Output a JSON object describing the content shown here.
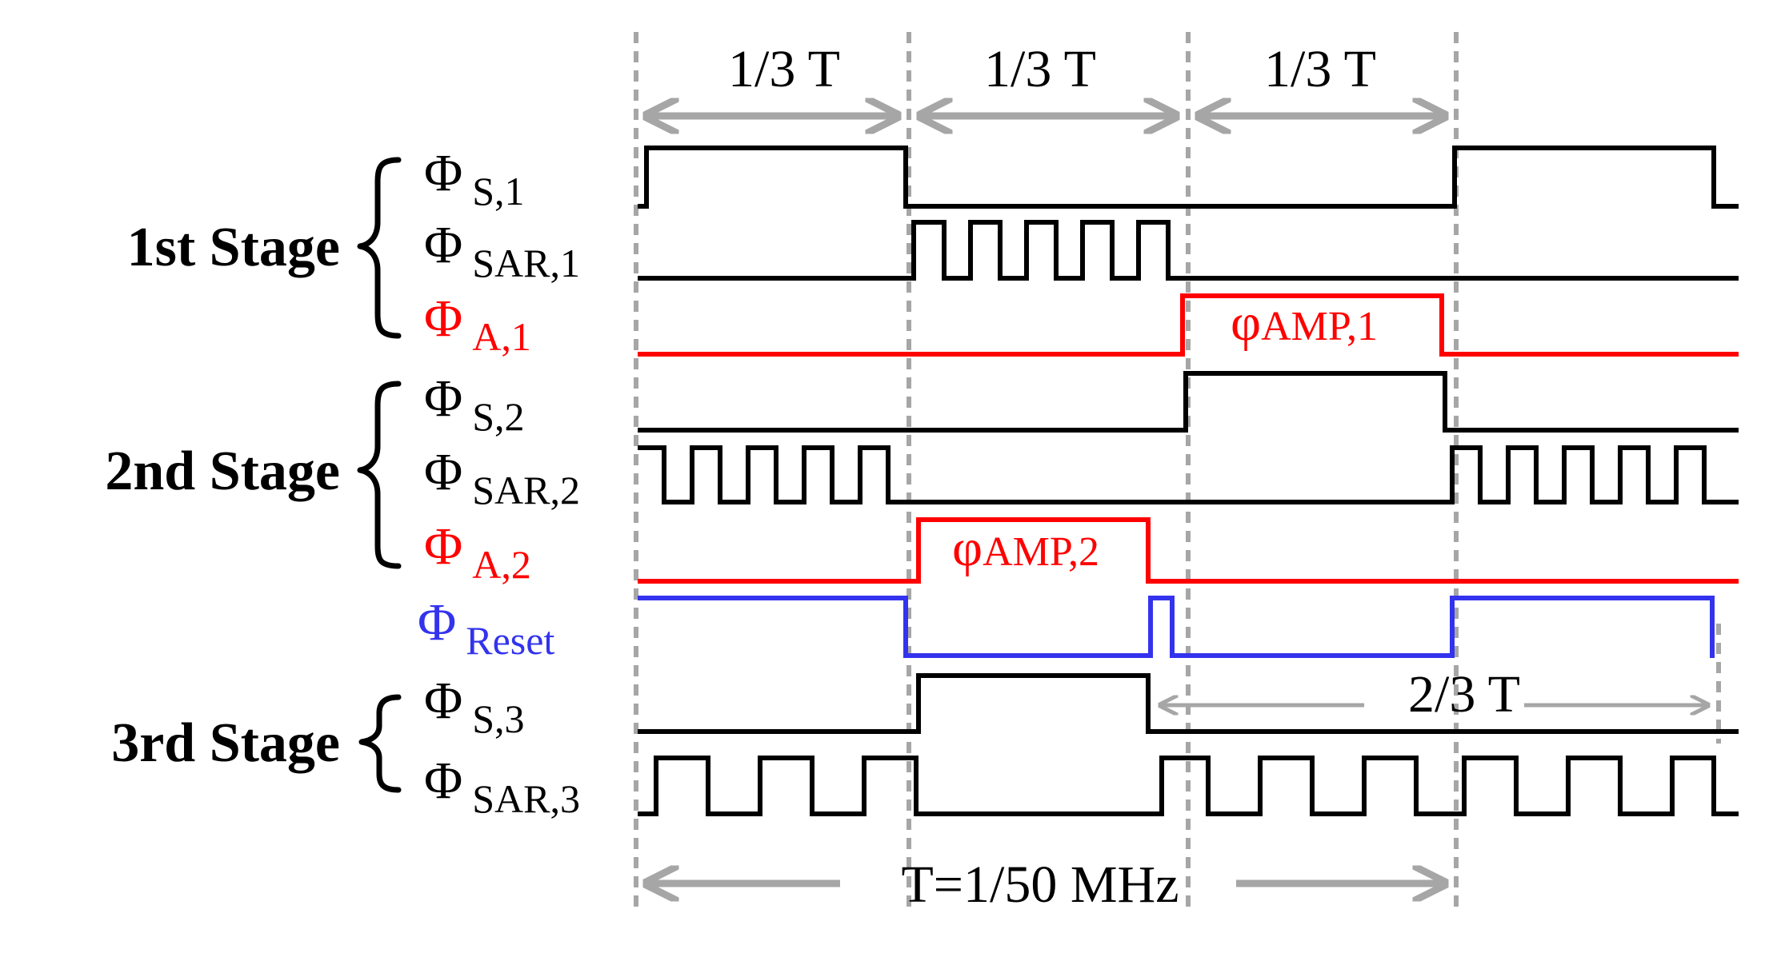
{
  "stages": [
    {
      "id": "stage1",
      "label": "1st Stage"
    },
    {
      "id": "stage2",
      "label": "2nd Stage"
    },
    {
      "id": "stage3",
      "label": "3rd Stage"
    }
  ],
  "signals": [
    {
      "id": "s1",
      "symbol": "Φ",
      "subscript": "S,1",
      "color": "#000000"
    },
    {
      "id": "sar1",
      "symbol": "Φ",
      "subscript": "SAR,1",
      "color": "#000000"
    },
    {
      "id": "a1",
      "symbol": "Φ",
      "subscript": "A,1",
      "color": "#ff0000"
    },
    {
      "id": "s2",
      "symbol": "Φ",
      "subscript": "S,2",
      "color": "#000000"
    },
    {
      "id": "sar2",
      "symbol": "Φ",
      "subscript": "SAR,2",
      "color": "#000000"
    },
    {
      "id": "a2",
      "symbol": "Φ",
      "subscript": "A,2",
      "color": "#ff0000"
    },
    {
      "id": "reset",
      "symbol": "Φ",
      "subscript": "Reset",
      "color": "#3333ee"
    },
    {
      "id": "s3",
      "symbol": "Φ",
      "subscript": "S,3",
      "color": "#000000"
    },
    {
      "id": "sar3",
      "symbol": "Φ",
      "subscript": "SAR,3",
      "color": "#000000"
    }
  ],
  "pulse_labels": [
    {
      "id": "amp1",
      "symbol": "φ",
      "text": "AMP,1",
      "color": "#ff0000"
    },
    {
      "id": "amp2",
      "symbol": "φ",
      "text": "AMP,2",
      "color": "#ff0000"
    }
  ],
  "dimensions": {
    "third_1": "1/3 T",
    "third_2": "1/3 T",
    "third_3": "1/3 T",
    "two_thirds": "2/3 T",
    "period": "T=1/50 MHz"
  },
  "colors": {
    "signal": "#000000",
    "amplify": "#ff0000",
    "reset": "#3333ee",
    "guide": "#a6a6a6"
  }
}
